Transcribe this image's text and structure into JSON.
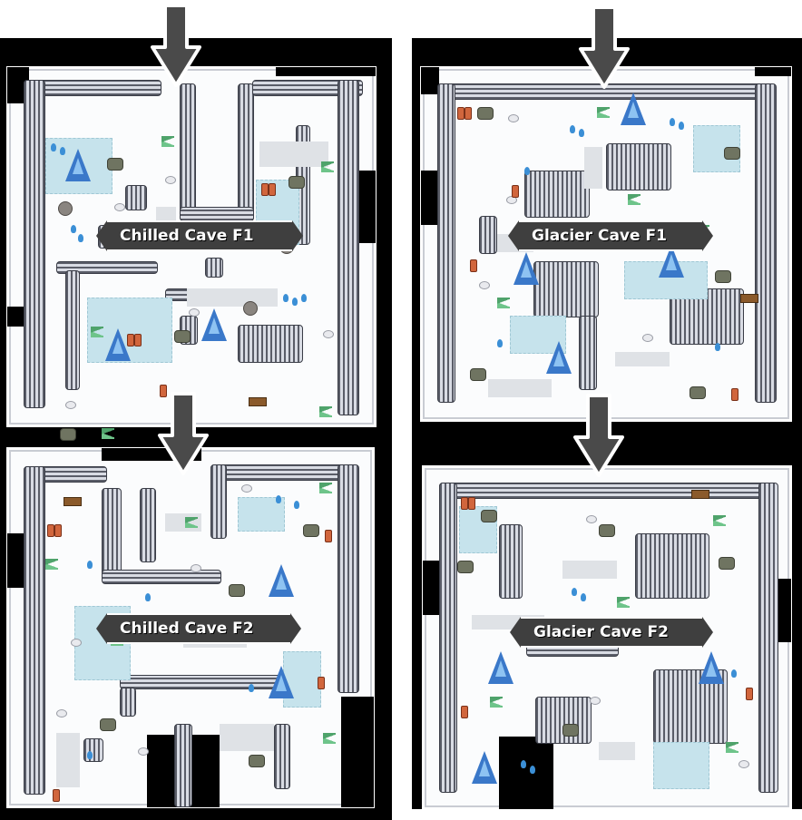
{
  "colors": {
    "panel": "#000000",
    "snow": "#fbfcfd",
    "ice": "#c6e3ec",
    "wall": "#5a5d68",
    "crystal": "#3a78c9",
    "label_bg": "#3f3f3f",
    "arrow": "#4a4a4a"
  },
  "left_column": {
    "entrance_arrow_icon": "down-arrow-icon",
    "floor1": {
      "label": "Chilled Cave F1"
    },
    "connector_arrow_icon": "down-arrow-icon",
    "floor2": {
      "label": "Chilled Cave F2"
    }
  },
  "right_column": {
    "entrance_arrow_icon": "down-arrow-icon",
    "floor1": {
      "label": "Glacier Cave F1"
    },
    "connector_arrow_icon": "down-arrow-icon",
    "floor2": {
      "label": "Glacier Cave F2"
    }
  }
}
